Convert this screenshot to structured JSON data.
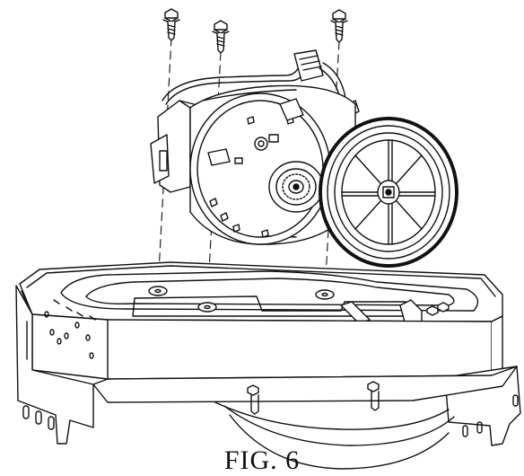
{
  "figure": {
    "caption": "FIG. 6"
  },
  "parts": {
    "screws": [
      "screw-left",
      "screw-middle",
      "screw-right"
    ],
    "assembly": [
      "motor-gearbox-unit",
      "drive-gear",
      "pinion-gear",
      "base-tray",
      "mounting-bracket",
      "drum-ring"
    ]
  },
  "colors": {
    "line": "#111111",
    "background": "#ffffff"
  }
}
